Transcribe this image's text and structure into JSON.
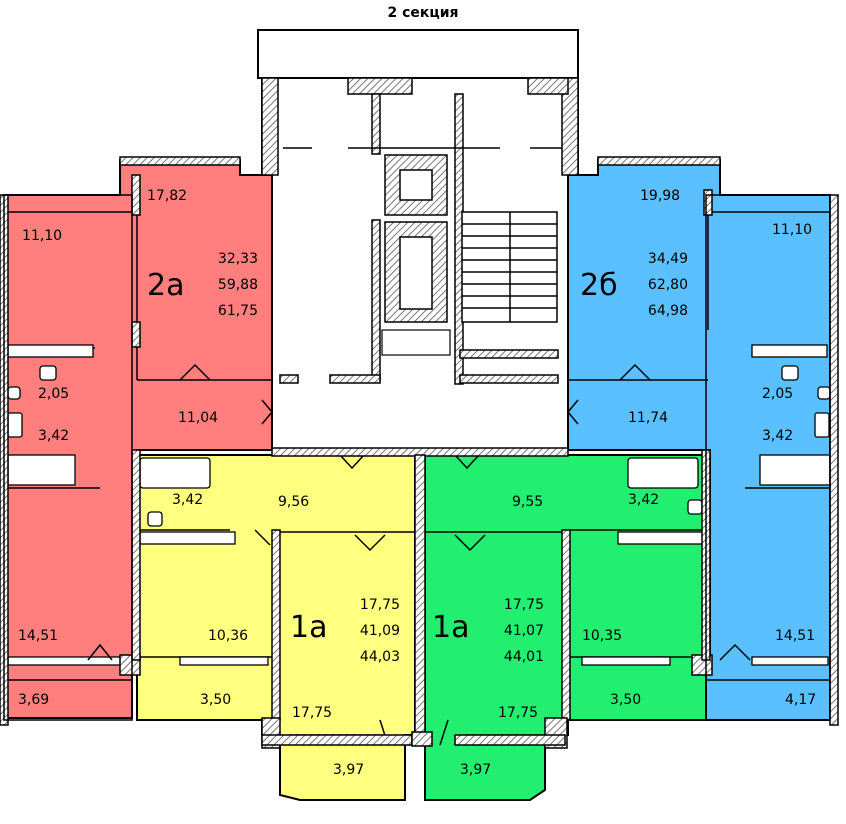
{
  "title": "2 секция",
  "colors": {
    "apt_2a": "#ff7f7f",
    "apt_2b": "#5bc0ff",
    "apt_1a_left": "#ffff80",
    "apt_1a_right": "#22ee70",
    "common": "#ffffff",
    "wall_hatch": "#9a9a9a"
  },
  "apartments": {
    "apt_2a": {
      "name": "2а",
      "totals": [
        "32,33",
        "59,88",
        "61,75"
      ],
      "rooms": {
        "bedroom_top": "17,82",
        "living_left": "11,10",
        "bath_small": "2,05",
        "bath_large": "3,42",
        "hall": "11,04",
        "room_bottom": "14,51",
        "balcony": "3,69"
      }
    },
    "apt_2b": {
      "name": "2б",
      "totals": [
        "34,49",
        "62,80",
        "64,98"
      ],
      "rooms": {
        "bedroom_top": "19,98",
        "living_right": "11,10",
        "bath_small": "2,05",
        "bath_large": "3,42",
        "hall": "11,74",
        "room_bottom": "14,51",
        "balcony": "4,17"
      }
    },
    "apt_1a_left": {
      "name": "1а",
      "totals": [
        "17,75",
        "41,09",
        "44,03"
      ],
      "rooms": {
        "bath": "3,42",
        "hall": "9,56",
        "kitchen": "10,36",
        "balcony_side": "3,50",
        "room": "17,75",
        "balcony_bay": "3,97"
      }
    },
    "apt_1a_right": {
      "name": "1а",
      "totals": [
        "17,75",
        "41,07",
        "44,01"
      ],
      "rooms": {
        "bath": "3,42",
        "hall": "9,55",
        "kitchen": "10,35",
        "balcony_side": "3,50",
        "room": "17,75",
        "balcony_bay": "3,97"
      }
    }
  }
}
